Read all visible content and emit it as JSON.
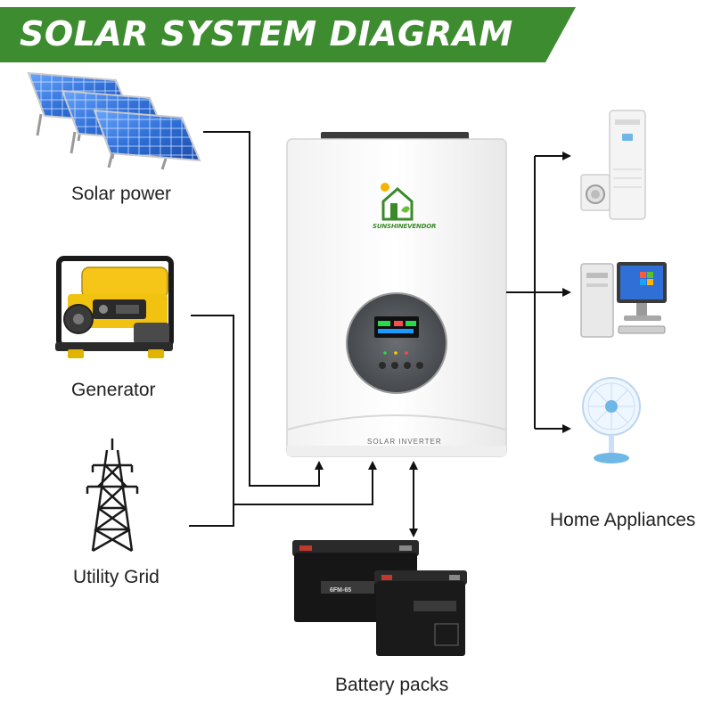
{
  "header": {
    "title": "SOLAR SYSTEM DIAGRAM",
    "banner_color": "#3d8c2f"
  },
  "nodes": {
    "solar": {
      "label": "Solar power"
    },
    "generator": {
      "label": "Generator"
    },
    "grid": {
      "label": "Utility Grid"
    },
    "home": {
      "label": "Home Appliances"
    },
    "battery": {
      "label": "Battery packs",
      "model_label": "6FM-65"
    }
  },
  "inverter": {
    "brand": "SUNSHINEVENDOR",
    "name": "SOLAR INVERTER"
  },
  "colors": {
    "accent_green": "#3d8c2f",
    "line": "#111111",
    "panel_blue": "#2f6fd6",
    "generator_yellow": "#f5c518",
    "lcd_green": "#2bd84a"
  }
}
